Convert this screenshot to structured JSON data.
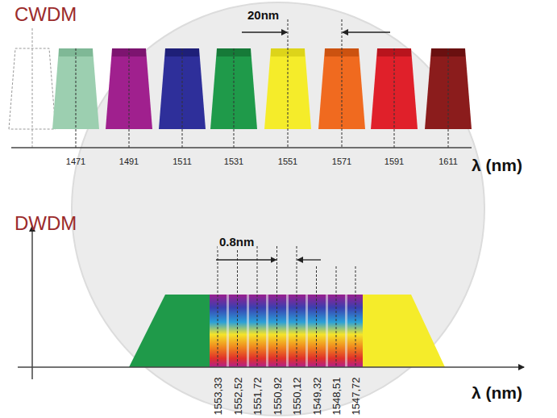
{
  "diagram": {
    "labels": [
      "CWDM",
      "20nm",
      "1471",
      "1491",
      "1511",
      "1531",
      "1551",
      "1571",
      "1591",
      "1611",
      "λ (nm)",
      "DWDM",
      "0.8nm",
      "1553,33",
      "1552,52",
      "1551,72",
      "1550,92",
      "1550,12",
      "1549,32",
      "1548,51",
      "1547,72",
      "λ (nm)"
    ]
  }
}
